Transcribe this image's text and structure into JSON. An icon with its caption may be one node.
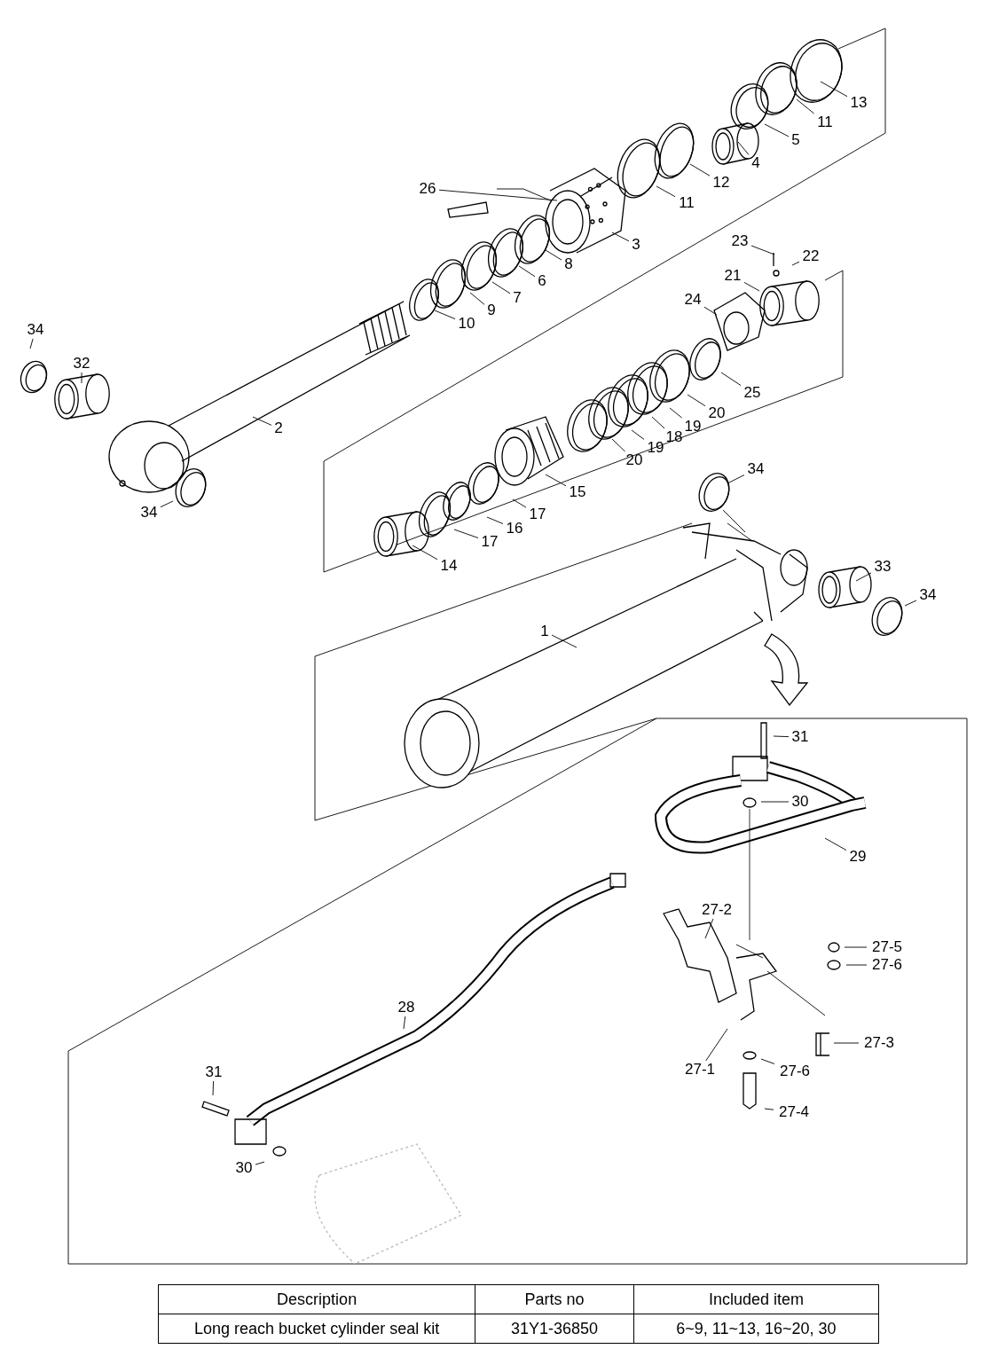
{
  "diagram": {
    "nodes": [
      {
        "text": [
          "13"
        ]
      },
      {
        "text": [
          "11"
        ]
      },
      {
        "text": [
          "5"
        ]
      },
      {
        "text": [
          "4"
        ]
      },
      {
        "text": [
          "12"
        ]
      },
      {
        "text": [
          "11"
        ]
      },
      {
        "text": [
          "26"
        ]
      },
      {
        "text": [
          "3"
        ]
      },
      {
        "text": [
          "8"
        ]
      },
      {
        "text": [
          "6"
        ]
      },
      {
        "text": [
          "7"
        ]
      },
      {
        "text": [
          "9"
        ]
      },
      {
        "text": [
          "10"
        ]
      },
      {
        "text": [
          "23"
        ]
      },
      {
        "text": [
          "22"
        ]
      },
      {
        "text": [
          "21"
        ]
      },
      {
        "text": [
          "24"
        ]
      },
      {
        "text": [
          "34"
        ]
      },
      {
        "text": [
          "32"
        ]
      },
      {
        "text": [
          "2"
        ]
      },
      {
        "text": [
          "25"
        ]
      },
      {
        "text": [
          "20"
        ]
      },
      {
        "text": [
          "19"
        ]
      },
      {
        "text": [
          "18"
        ]
      },
      {
        "text": [
          "19"
        ]
      },
      {
        "text": [
          "20"
        ]
      },
      {
        "text": [
          "15"
        ]
      },
      {
        "text": [
          "34"
        ]
      },
      {
        "text": [
          "17"
        ]
      },
      {
        "text": [
          "16"
        ]
      },
      {
        "text": [
          "17"
        ]
      },
      {
        "text": [
          "14"
        ]
      },
      {
        "text": [
          "34"
        ]
      },
      {
        "text": [
          "33"
        ]
      },
      {
        "text": [
          "34"
        ]
      },
      {
        "text": [
          "1"
        ]
      },
      {
        "text": [
          "31"
        ]
      },
      {
        "text": [
          "30"
        ]
      },
      {
        "text": [
          "29"
        ]
      },
      {
        "text": [
          "27-2"
        ]
      },
      {
        "text": [
          "27-5"
        ]
      },
      {
        "text": [
          "27-6"
        ]
      },
      {
        "text": [
          "28"
        ]
      },
      {
        "text": [
          "27-3"
        ]
      },
      {
        "text": [
          "27-1"
        ]
      },
      {
        "text": [
          "27-6"
        ]
      },
      {
        "text": [
          "31"
        ]
      },
      {
        "text": [
          "27-4"
        ]
      },
      {
        "text": [
          "30"
        ]
      }
    ],
    "edges": [
      {
        "from": 0,
        "to": null,
        "arrow": "none"
      },
      {
        "from": 1,
        "to": null,
        "arrow": "none"
      },
      {
        "from": 2,
        "to": null,
        "arrow": "none"
      },
      {
        "from": 3,
        "to": null,
        "arrow": "none"
      },
      {
        "from": 4,
        "to": null,
        "arrow": "none"
      },
      {
        "from": 5,
        "to": null,
        "arrow": "none"
      },
      {
        "from": 6,
        "to": null,
        "arrow": "none"
      },
      {
        "from": 7,
        "to": null,
        "arrow": "none"
      },
      {
        "from": 8,
        "to": null,
        "arrow": "none"
      },
      {
        "from": 9,
        "to": null,
        "arrow": "none"
      },
      {
        "from": 10,
        "to": null,
        "arrow": "none"
      },
      {
        "from": 11,
        "to": null,
        "arrow": "none"
      },
      {
        "from": 12,
        "to": null,
        "arrow": "none"
      },
      {
        "from": 13,
        "to": null,
        "arrow": "none"
      },
      {
        "from": 14,
        "to": null,
        "arrow": "none"
      },
      {
        "from": 15,
        "to": null,
        "arrow": "none"
      },
      {
        "from": 16,
        "to": null,
        "arrow": "none"
      },
      {
        "from": 17,
        "to": null,
        "arrow": "none"
      },
      {
        "from": 18,
        "to": null,
        "arrow": "none"
      },
      {
        "from": 19,
        "to": null,
        "arrow": "none"
      },
      {
        "from": 20,
        "to": null,
        "arrow": "none"
      },
      {
        "from": 21,
        "to": null,
        "arrow": "none"
      },
      {
        "from": 22,
        "to": null,
        "arrow": "none"
      },
      {
        "from": 23,
        "to": null,
        "arrow": "none"
      },
      {
        "from": 24,
        "to": null,
        "arrow": "none"
      },
      {
        "from": 25,
        "to": null,
        "arrow": "none"
      },
      {
        "from": 26,
        "to": null,
        "arrow": "none"
      },
      {
        "from": 27,
        "to": null,
        "arrow": "none"
      },
      {
        "from": 28,
        "to": null,
        "arrow": "none"
      },
      {
        "from": 29,
        "to": null,
        "arrow": "none"
      },
      {
        "from": 30,
        "to": null,
        "arrow": "none"
      },
      {
        "from": 31,
        "to": null,
        "arrow": "none"
      },
      {
        "from": 32,
        "to": null,
        "arrow": "none"
      },
      {
        "from": 33,
        "to": null,
        "arrow": "none"
      },
      {
        "from": 34,
        "to": null,
        "arrow": "none"
      },
      {
        "from": 35,
        "to": null,
        "arrow": "none"
      },
      {
        "from": 36,
        "to": null,
        "arrow": "none"
      },
      {
        "from": 37,
        "to": null,
        "arrow": "none"
      },
      {
        "from": 38,
        "to": null,
        "arrow": "none"
      },
      {
        "from": 39,
        "to": null,
        "arrow": "none"
      },
      {
        "from": 40,
        "to": null,
        "arrow": "none"
      },
      {
        "from": 41,
        "to": null,
        "arrow": "none"
      },
      {
        "from": 42,
        "to": null,
        "arrow": "none"
      },
      {
        "from": 43,
        "to": null,
        "arrow": "none"
      },
      {
        "from": 44,
        "to": null,
        "arrow": "none"
      },
      {
        "from": 45,
        "to": null,
        "arrow": "none"
      },
      {
        "from": 46,
        "to": null,
        "arrow": "none"
      },
      {
        "from": 47,
        "to": null,
        "arrow": "none"
      },
      {
        "from": 48,
        "to": null,
        "arrow": "none"
      }
    ],
    "labels": [
      "Description",
      "Parts no",
      "Included item",
      "Long reach bucket cylinder seal kit",
      "31Y1-36850",
      "6~9, 11~13, 16~20, 30"
    ]
  }
}
